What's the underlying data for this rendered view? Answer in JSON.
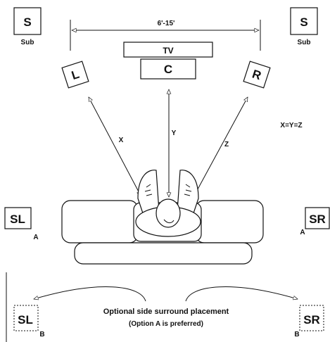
{
  "subwoofer_left": {
    "letter": "S",
    "caption": "Sub"
  },
  "subwoofer_right": {
    "letter": "S",
    "caption": "Sub"
  },
  "width_label": "6'-15'",
  "tv_label": "TV",
  "center_label": "C",
  "left_label": "L",
  "right_label": "R",
  "distance_x": "X",
  "distance_y": "Y",
  "distance_z": "Z",
  "equation": "X=Y=Z",
  "surround_left_a": {
    "label": "SL",
    "sub": "A"
  },
  "surround_right_a": {
    "label": "SR",
    "sub": "A"
  },
  "surround_left_b": {
    "label": "SL",
    "sub": "B"
  },
  "surround_right_b": {
    "label": "SR",
    "sub": "B"
  },
  "note_title": "Optional side surround placement",
  "note_subtitle": "(Option A is preferred)"
}
